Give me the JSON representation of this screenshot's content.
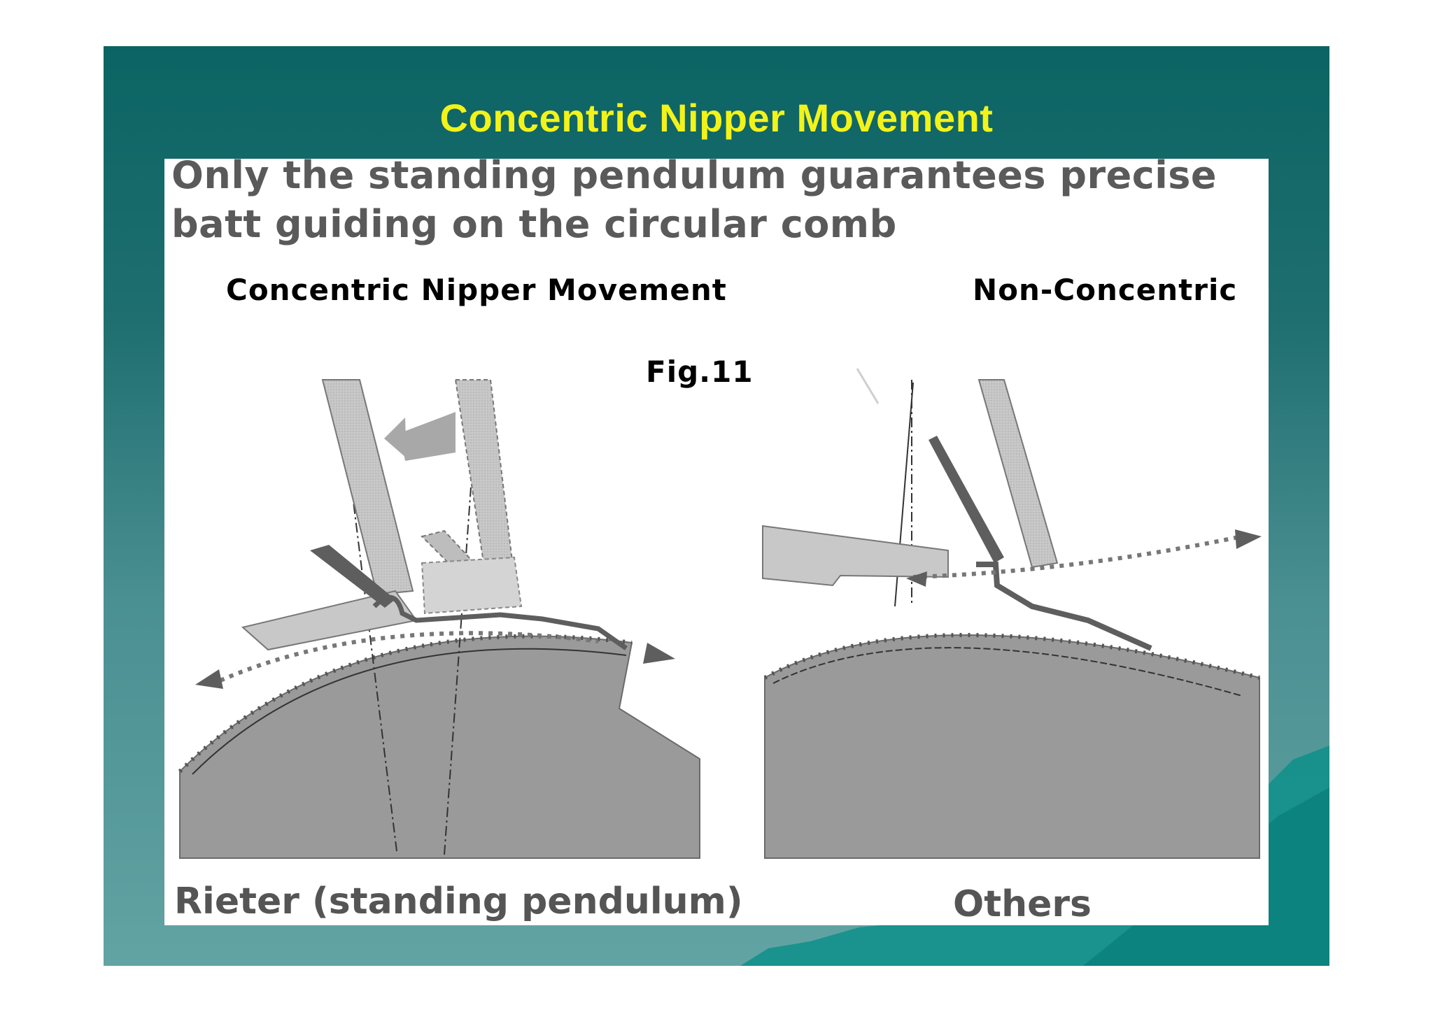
{
  "slide": {
    "title": "Concentric Nipper Movement"
  },
  "figure": {
    "heading_line_1": "Only the standing pendulum guarantees precise",
    "heading_line_2": "batt guiding on the circular comb",
    "left_label": "Concentric Nipper Movement",
    "right_label": "Non-Concentric",
    "fig_label": "Fig.11",
    "left_caption": "Rieter (standing pendulum)",
    "right_caption": "Others"
  },
  "colors": {
    "title": "#f3f31a",
    "background_top": "#0b6463",
    "background_bottom": "#62a3a3",
    "diagram_gray": "#9a9a9a",
    "diagram_dark": "#5e5e5e",
    "diagram_light": "#d4d4d4"
  }
}
